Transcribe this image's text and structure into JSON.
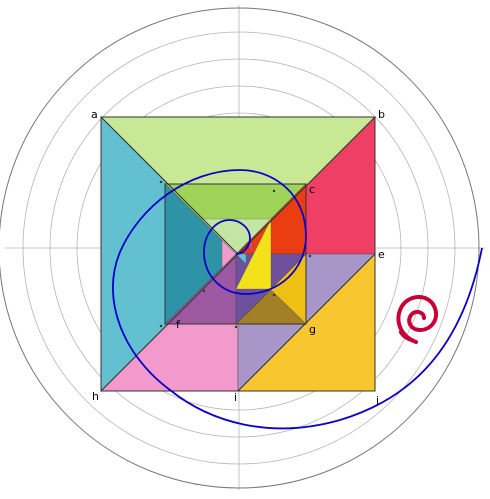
{
  "labels": {
    "a": "a",
    "b": "b",
    "c": "c",
    "e": "e",
    "f": "f",
    "g": "g",
    "h": "h",
    "i": "i",
    "j": "j"
  },
  "colors": {
    "background": "#ffffff",
    "grid": "#b5b5b5",
    "outer_ring": "#777777",
    "spiral": "#0a00c8",
    "green_top": "#c8e896",
    "green_inner": "#9fd359",
    "cyan_left": "#63c0d0",
    "teal_inner": "#2f93a7",
    "red_right": "#f03f64",
    "orange_red": "#ea3d12",
    "yellow_bottom": "#f8c62e",
    "yellow_inner": "#f0bf14",
    "pink_bottom": "#f29acb",
    "lavender": "#a996c8",
    "purple": "#6f509c",
    "magenta": "#9c58a0",
    "brown": "#a37f26",
    "yellow_bright": "#f3e11c",
    "mint": "#ccebb6",
    "logo": "#c70036"
  },
  "logo": {
    "icon": "debian-swirl-logo"
  }
}
